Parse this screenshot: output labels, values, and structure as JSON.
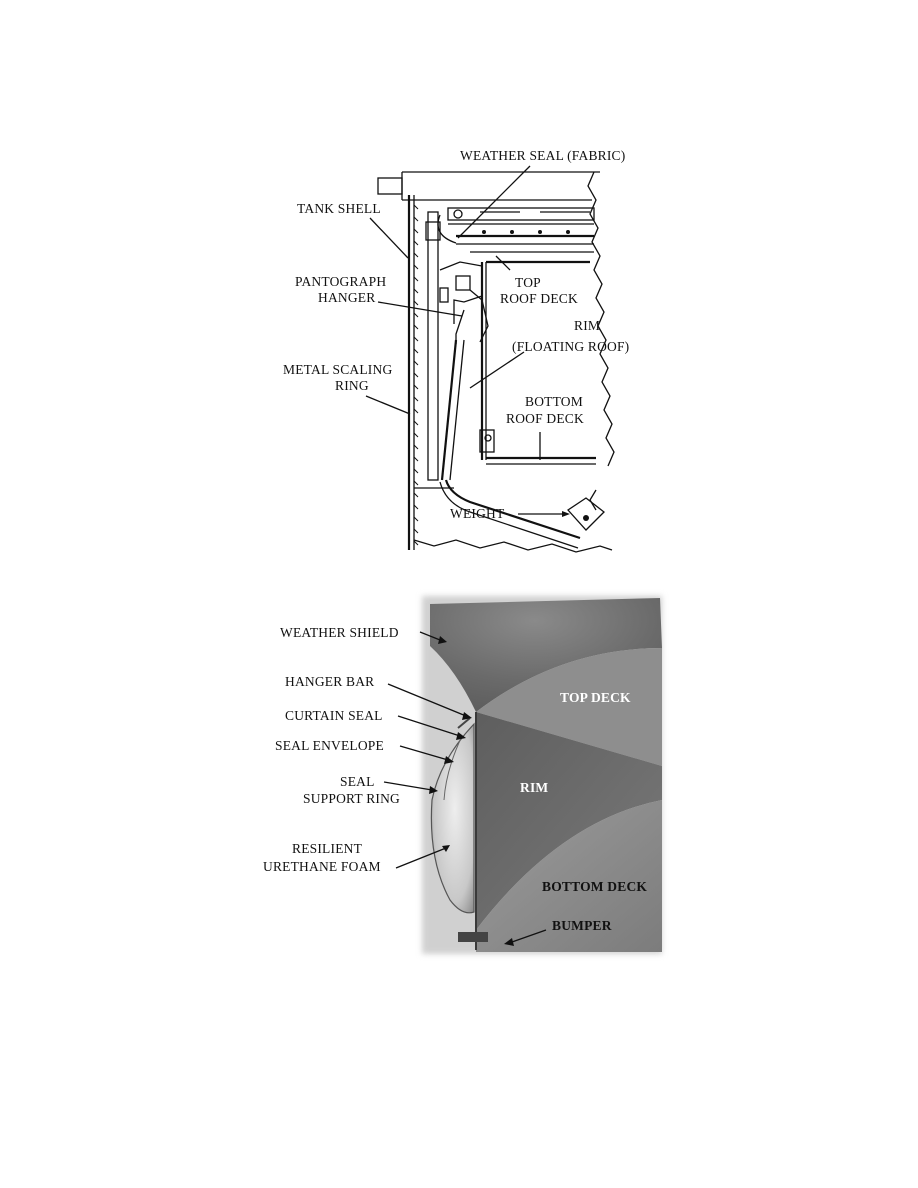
{
  "figure_top": {
    "labels": {
      "weather_seal": "WEATHER SEAL (FABRIC)",
      "tank_shell": "TANK SHELL",
      "pantograph_1": "PANTOGRAPH",
      "pantograph_2": "HANGER",
      "top_roof_1": "TOP",
      "top_roof_2": "ROOF DECK",
      "rim_1": "RIM",
      "rim_2": "(FLOATING ROOF)",
      "metal_ring_1": "METAL SCALING",
      "metal_ring_2": "RING",
      "bottom_roof_1": "BOTTOM",
      "bottom_roof_2": "ROOF DECK",
      "weight": "WEIGHT"
    }
  },
  "figure_bottom": {
    "labels": {
      "weather_shield": "WEATHER SHIELD",
      "hanger_bar": "HANGER BAR",
      "curtain_seal": "CURTAIN SEAL",
      "seal_envelope": "SEAL ENVELOPE",
      "seal_1": "SEAL",
      "seal_2": "SUPPORT RING",
      "foam_1": "RESILIENT",
      "foam_2": "URETHANE FOAM",
      "top_deck": "TOP DECK",
      "rim": "RIM",
      "bottom_deck": "BOTTOM DECK",
      "bumper": "BUMPER"
    }
  },
  "colors": {
    "photo_dark": "#6e6e6e",
    "photo_mid": "#8f8f8f",
    "photo_light": "#c9c9c9"
  }
}
